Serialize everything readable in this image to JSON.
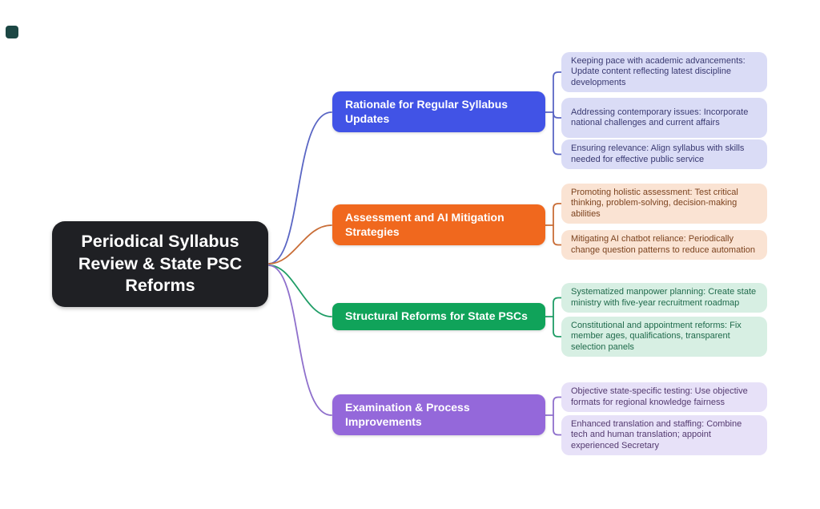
{
  "root": {
    "label": "Periodical Syllabus Review & State PSC Reforms",
    "bg_color": "#1f2024",
    "text_color": "#ffffff"
  },
  "branches": [
    {
      "label": "Rationale for Regular Syllabus Updates",
      "color": "#4153e6",
      "line_color": "#5a66c4",
      "leaf_bg": "#dadcf6",
      "leaf_text_color": "#3a3a72",
      "leaves": [
        {
          "text": "Keeping pace with academic advancements: Update content reflecting latest discipline developments"
        },
        {
          "text": "Addressing contemporary issues: Incorporate national challenges and current affairs"
        },
        {
          "text": "Ensuring relevance: Align syllabus with skills needed for effective public service"
        }
      ]
    },
    {
      "label": "Assessment and AI Mitigation Strategies",
      "color": "#f0681e",
      "line_color": "#c96e38",
      "leaf_bg": "#fae3d3",
      "leaf_text_color": "#7c431f",
      "leaves": [
        {
          "text": "Promoting holistic assessment: Test critical thinking, problem-solving, decision-making abilities"
        },
        {
          "text": "Mitigating AI chatbot reliance: Periodically change question patterns to reduce automation"
        }
      ]
    },
    {
      "label": "Structural Reforms for State PSCs",
      "color": "#10a35a",
      "line_color": "#1f9d66",
      "leaf_bg": "#d7efe3",
      "leaf_text_color": "#1f6a4b",
      "leaves": [
        {
          "text": "Systematized manpower planning: Create state ministry with five-year recruitment roadmap"
        },
        {
          "text": "Constitutional and appointment reforms: Fix member ages, qualifications, transparent selection panels"
        }
      ]
    },
    {
      "label": "Examination & Process Improvements",
      "color": "#9468da",
      "line_color": "#8f70cc",
      "leaf_bg": "#e7e1f8",
      "leaf_text_color": "#53396f",
      "leaves": [
        {
          "text": "Objective state-specific testing: Use objective formats for regional knowledge fairness"
        },
        {
          "text": "Enhanced translation and staffing: Combine tech and human translation; appoint experienced Secretary"
        }
      ]
    }
  ]
}
